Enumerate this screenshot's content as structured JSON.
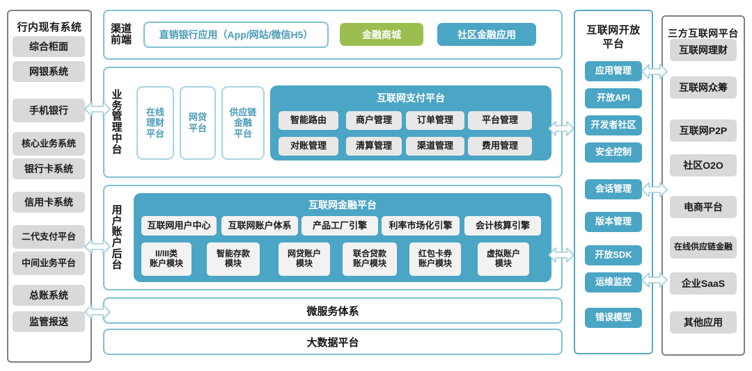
{
  "colors": {
    "teal": "#4ba5c4",
    "teal_border": "#7fc0d4",
    "green": "#9cbe4f",
    "gray_pill": "#d9d9d9",
    "gray_border": "#7f7f7f",
    "chip_gray": "#e8e8e8",
    "text_teal": "#4a9cb8"
  },
  "left_panel": {
    "title": "行内现有系统",
    "items": [
      "综合柜面",
      "网银系统",
      "手机银行",
      "核心业务系统",
      "银行卡系统",
      "信用卡系统",
      "二代支付平台",
      "中间业务平台",
      "总账系统",
      "监管报送"
    ]
  },
  "channel_row": {
    "label_lines": [
      "渠道",
      "前端"
    ],
    "items": [
      {
        "name": "直销银行应用（App/网站/微信H5）",
        "style": "outline"
      },
      {
        "name": "金融商城",
        "style": "green"
      },
      {
        "name": "社区金融应用",
        "style": "teal"
      }
    ]
  },
  "business_row": {
    "label_lines": [
      "业",
      "务",
      "管",
      "理",
      "中",
      "台"
    ],
    "cards": [
      {
        "lines": [
          "在线",
          "理财",
          "平台"
        ]
      },
      {
        "lines": [
          "网贷",
          "平台"
        ]
      },
      {
        "lines": [
          "供应链",
          "金融",
          "平台"
        ]
      }
    ],
    "group": {
      "title": "互联网支付平台",
      "items": [
        "智能路由",
        "商户管理",
        "订单管理",
        "平台管理",
        "对账管理",
        "清算管理",
        "渠道管理",
        "费用管理"
      ]
    }
  },
  "account_row": {
    "label_lines": [
      "用",
      "户",
      "账",
      "户",
      "后",
      "台"
    ],
    "group": {
      "title": "互联网金融平台",
      "engines": [
        "互联网用户中心",
        "互联网账户体系",
        "产品工厂引擎",
        "利率市场化引擎",
        "会计核算引擎"
      ],
      "modules": [
        {
          "lines": [
            "II/III类",
            "账户模块"
          ]
        },
        {
          "lines": [
            "智能存款",
            "模块"
          ]
        },
        {
          "lines": [
            "网贷账户",
            "模块"
          ]
        },
        {
          "lines": [
            "联合贷款",
            "账户模块"
          ]
        },
        {
          "lines": [
            "红包卡券",
            "账户模块"
          ]
        },
        {
          "lines": [
            "虚拟账户",
            "模块"
          ]
        }
      ]
    }
  },
  "bottom_bars": [
    "微服务体系",
    "大数据平台"
  ],
  "open_platform": {
    "title_lines": [
      "互联网开放",
      "平台"
    ],
    "items": [
      "应用管理",
      "开放API",
      "开发者社区",
      "安全控制",
      "会话管理",
      "版本管理",
      "开放SDK",
      "运维监控",
      "错误模型"
    ]
  },
  "third_party": {
    "title": "三方互联网平台",
    "items": [
      "互联网理财",
      "互联网众筹",
      "互联网P2P",
      "社区O2O",
      "电商平台",
      "在线供应链金融",
      "企业SaaS",
      "其他应用"
    ]
  },
  "connectors": [
    {
      "name": "left-arrow-1"
    },
    {
      "name": "left-arrow-2"
    },
    {
      "name": "left-arrow-3"
    },
    {
      "name": "center-open-arrow-1"
    },
    {
      "name": "center-open-arrow-2"
    },
    {
      "name": "open-third-arrow-1"
    },
    {
      "name": "open-third-arrow-2"
    },
    {
      "name": "open-third-arrow-3"
    }
  ]
}
